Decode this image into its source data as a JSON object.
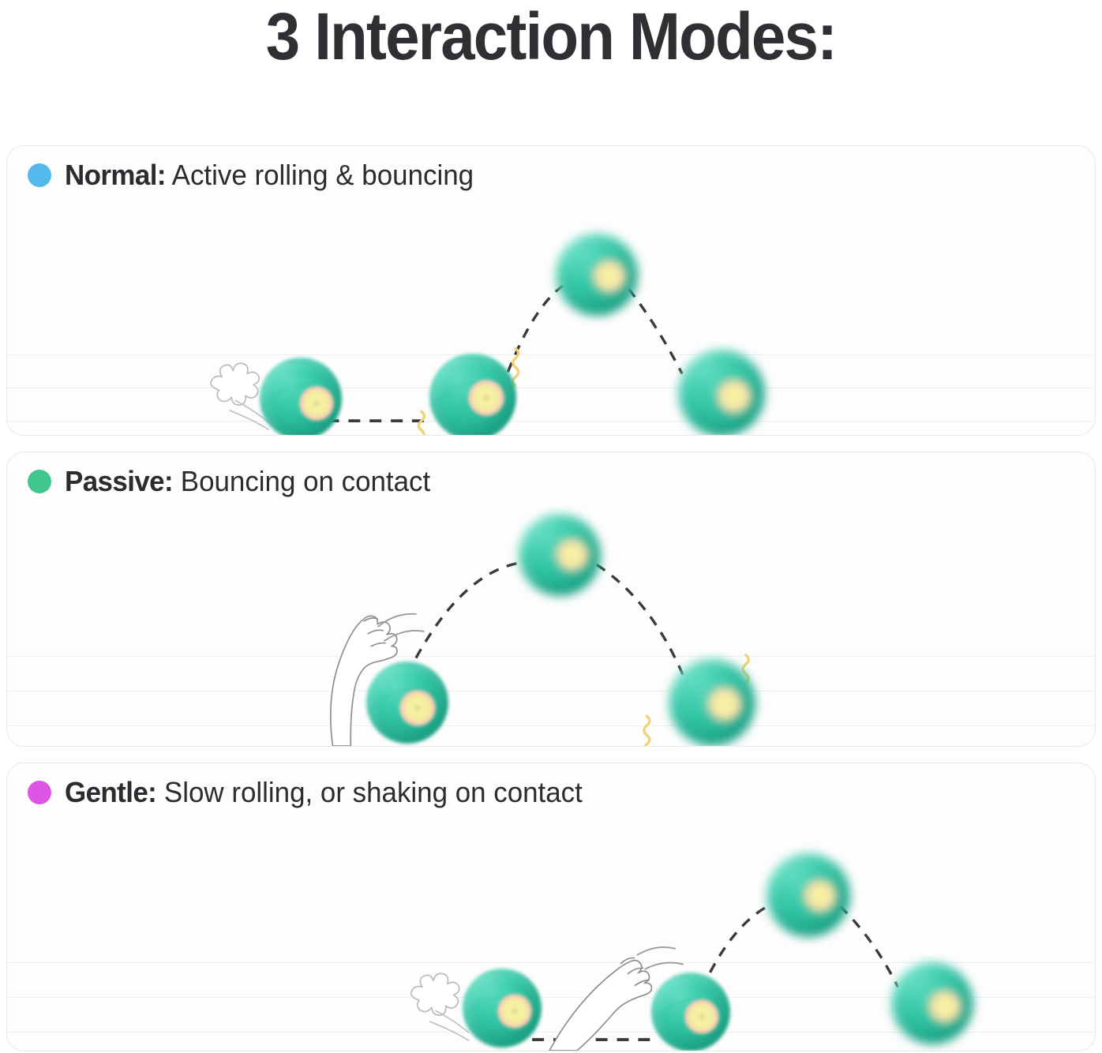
{
  "page": {
    "title": "3 Interaction Modes:",
    "background": "#ffffff",
    "title_color": "#2f3033"
  },
  "cards": [
    {
      "id": "normal",
      "mode_name": "Normal:",
      "mode_desc": " Active rolling & bouncing",
      "dot_color": "#55b9ec",
      "scene_elements": [
        "paw-print-icon",
        "ball-rolling",
        "trajectory-dashed-flat",
        "ball-bounce-start",
        "vibration-squiggle",
        "trajectory-dashed-arc",
        "ball-apex",
        "ball-landing"
      ]
    },
    {
      "id": "passive",
      "mode_name": "Passive:",
      "mode_desc": " Bouncing on contact",
      "dot_color": "#41c68e",
      "scene_elements": [
        "paw-icon",
        "motion-lines",
        "ball-contact",
        "trajectory-dashed-arc",
        "ball-apex",
        "ball-landing",
        "vibration-squiggle"
      ]
    },
    {
      "id": "gentle",
      "mode_name": "Gentle:",
      "mode_desc": " Slow rolling, or shaking on contact",
      "dot_color": "#dd55e5",
      "scene_elements": [
        "paw-print-icon",
        "ball-rolling",
        "trajectory-dashed-flat",
        "paw-icon",
        "motion-lines",
        "ball-contact",
        "trajectory-dashed-arc",
        "ball-apex",
        "ball-landing"
      ]
    }
  ],
  "ball_style": {
    "body_color": "#2dbd9c",
    "highlight_color": "#5fdcc0",
    "eye_core_color": "#f4eea0",
    "eye_ring_color": "#f6b6b9"
  },
  "accents": {
    "squiggle_color": "#f2d276",
    "trajectory_color": "#3a3a3a",
    "rule_line_color": "#eeeff1",
    "card_border_color": "#e7e8ea"
  }
}
